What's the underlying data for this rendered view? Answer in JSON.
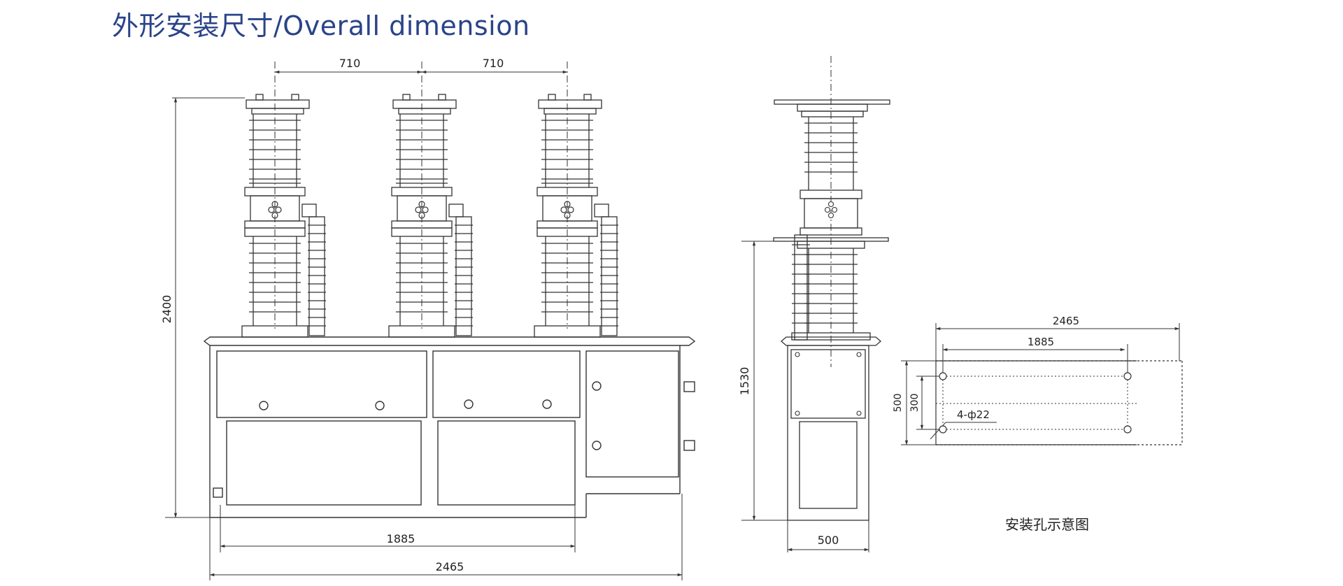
{
  "header": {
    "title": "外形安装尺寸/Overall dimension"
  },
  "front_view": {
    "dim_pole_spacing_1": "710",
    "dim_pole_spacing_2": "710",
    "dim_height": "2400",
    "dim_inner_width": "1885",
    "dim_overall_width": "2465"
  },
  "side_view": {
    "dim_height": "1530",
    "dim_width": "500"
  },
  "mounting_view": {
    "dim_overall": "2465",
    "dim_holes": "1885",
    "dim_depth": "500",
    "dim_hole_depth": "300",
    "hole_callout": "4-ф22",
    "caption": "安装孔示意图"
  },
  "colors": {
    "title": "#2a4389",
    "line": "#333333"
  }
}
